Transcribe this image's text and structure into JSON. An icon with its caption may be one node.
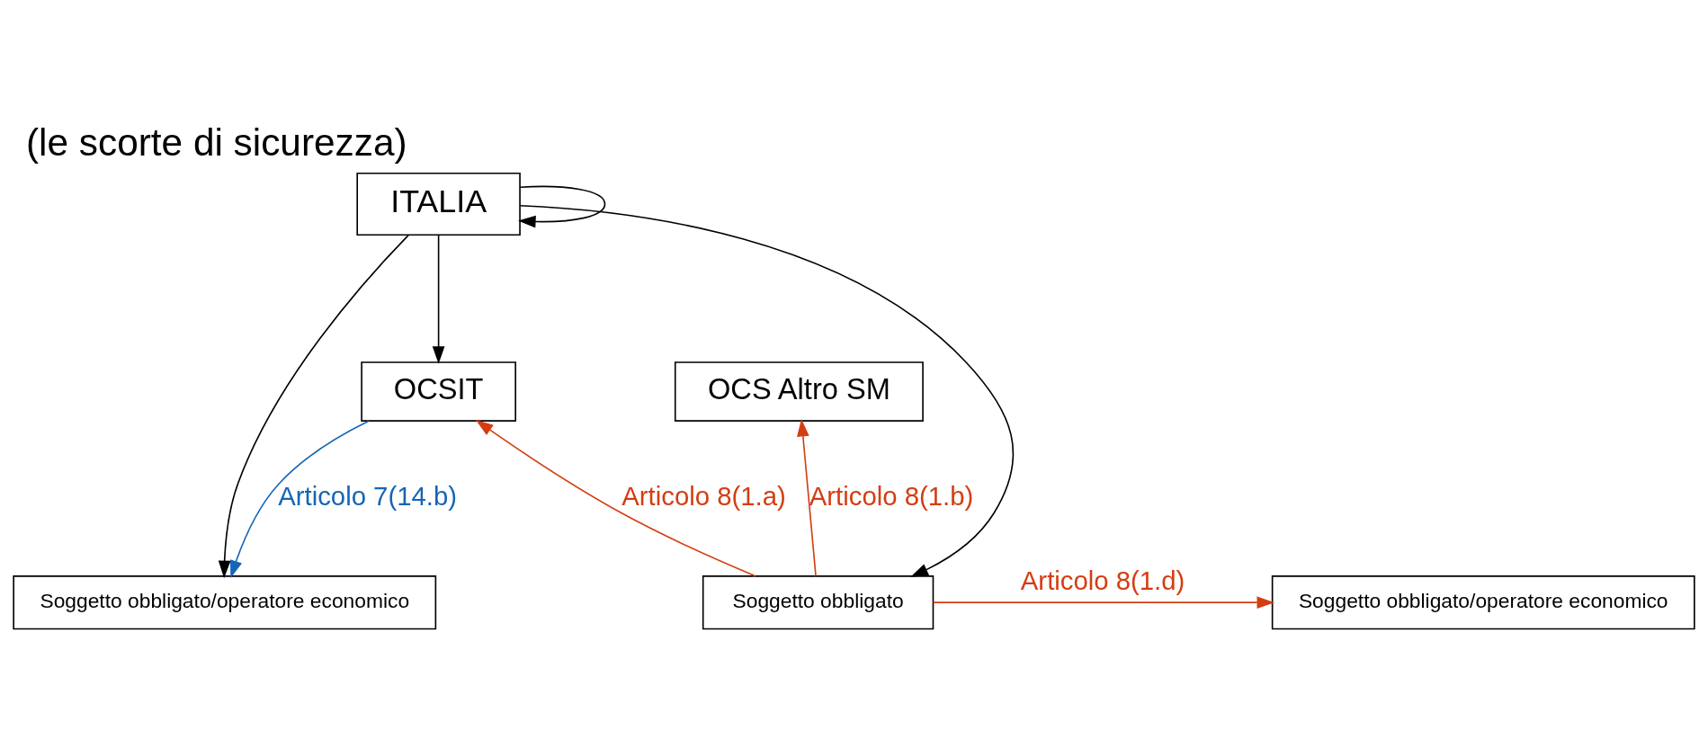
{
  "diagram": {
    "title": "(le scorte di sicurezza)",
    "nodes": [
      {
        "text": [
          "ITALIA"
        ]
      },
      {
        "text": [
          "OCSIT"
        ]
      },
      {
        "text": [
          "OCS Altro SM"
        ]
      },
      {
        "text": [
          "Soggetto obbligato/operatore economico"
        ]
      },
      {
        "text": [
          "Soggetto obbligato"
        ]
      },
      {
        "text": [
          "Soggetto obbligato/operatore economico"
        ]
      }
    ],
    "edges": [
      {
        "from": 0,
        "to": 0,
        "arrow": "to"
      },
      {
        "from": 0,
        "to": 1,
        "arrow": "to"
      },
      {
        "from": 0,
        "to": 4,
        "arrow": "to"
      },
      {
        "from": 0,
        "to": 5,
        "arrow": "to"
      },
      {
        "from": 4,
        "to": 2,
        "arrow": "to",
        "label": "Articolo 8(1.b)",
        "color": "#d43d12"
      },
      {
        "from": 4,
        "to": 1,
        "arrow": "to",
        "label": "Articolo 8(1.a)",
        "color": "#d43d12"
      },
      {
        "from": 4,
        "to": 3,
        "arrow": "to",
        "label": "Articolo 8(1.d)",
        "color": "#d43d12"
      },
      {
        "from": 1,
        "to": 5,
        "arrow": "to",
        "label": "Articolo 7(14.b)",
        "color": "#1565b5"
      }
    ]
  }
}
